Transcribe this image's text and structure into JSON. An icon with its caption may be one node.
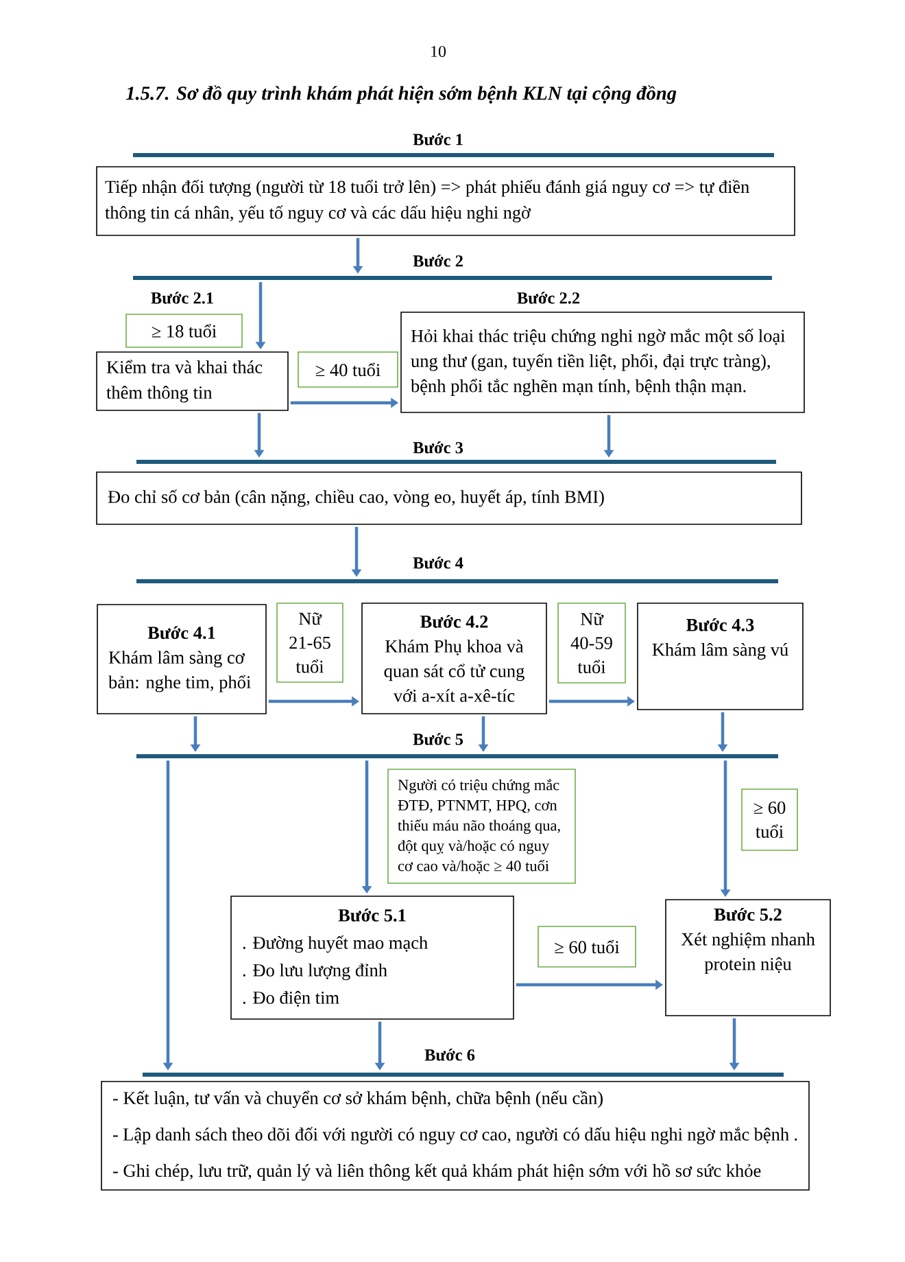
{
  "diagram": {
    "title": "1.5.7. Sơ đồ quy trình khám phát hiện sớm bệnh KLN tại cộng đồng",
    "nodes": [
      {
        "text": [
          "Bước 1"
        ]
      },
      {
        "text": [
          "Tiếp nhận đối tượng (người từ 18 tuổi trở lên) => phát phiếu đánh giá nguy cơ => tự điền thông tin cá nhân, yếu tố nguy cơ và các dấu hiệu nghi ngờ"
        ]
      },
      {
        "text": [
          "Bước 2"
        ]
      },
      {
        "text": [
          "≥ 18 tuổi"
        ]
      },
      {
        "text": [
          "Kiểm tra và khai thác thêm thông tin"
        ]
      },
      {
        "text": [
          "≥ 40 tuổi"
        ]
      },
      {
        "text": [
          "Bước 2.2",
          "Hỏi khai thác triệu chứng nghi ngờ mắc một số loại ung thư (gan, tuyến tiền liệt, phổi, đại trực tràng), bệnh phổi tắc nghẽn mạn tính, bệnh thận mạn."
        ]
      },
      {
        "text": [
          "Bước 3"
        ]
      },
      {
        "text": [
          "Đo chỉ số cơ bản (cân nặng, chiều cao, vòng eo, huyết áp, tính BMI)"
        ]
      },
      {
        "text": [
          "Bước 4"
        ]
      },
      {
        "text": [
          "Bước 4.1",
          "Khám lâm sàng cơ bản: nghe tim, phổi"
        ]
      },
      {
        "text": [
          "Nữ 21-65 tuổi"
        ]
      },
      {
        "text": [
          "Bước 4.2",
          "Khám Phụ khoa và quan sát cổ tử cung với a-xít a-xê-tíc"
        ]
      },
      {
        "text": [
          "Nữ 40-59 tuổi"
        ]
      },
      {
        "text": [
          "Bước 4.3",
          "Khám lâm sàng vú"
        ]
      },
      {
        "text": [
          "Bước 5"
        ]
      },
      {
        "text": [
          "Người có triệu chứng mắc ĐTĐ, PTNMT, HPQ, cơn thiếu máu não thoáng qua, đột quỵ và/hoặc có nguy cơ cao và/hoặc ≥ 40 tuổi"
        ]
      },
      {
        "text": [
          "≥ 60 tuổi"
        ]
      },
      {
        "text": [
          "Bước 5.1",
          ". Đường huyết mao mạch",
          ". Đo lưu lượng đỉnh",
          ". Đo điện tim"
        ]
      },
      {
        "text": [
          "≥ 60 tuổi"
        ]
      },
      {
        "text": [
          "Bước 5.2",
          "Xét nghiệm nhanh protein niệu"
        ]
      },
      {
        "text": [
          "Bước 6"
        ]
      },
      {
        "text": [
          "- Kết luận, tư vấn và chuyển cơ sở khám bệnh, chữa bệnh (nếu cần)",
          "- Lập danh sách theo dõi đối với người có nguy cơ cao, người có dấu hiệu nghi ngờ mắc bệnh .",
          "- Ghi chép, lưu trữ, quản lý và liên thông kết quả khám phát hiện sớm với hồ sơ sức khỏe"
        ]
      }
    ],
    "edges": [
      {
        "from": 1,
        "to": 2,
        "arrow": "to"
      },
      {
        "from": 2,
        "to": 4,
        "arrow": "to"
      },
      {
        "from": 4,
        "to": 6,
        "arrow": "to"
      },
      {
        "from": 4,
        "to": 7,
        "arrow": "to"
      },
      {
        "from": 6,
        "to": 7,
        "arrow": "to"
      },
      {
        "from": 8,
        "to": 9,
        "arrow": "to"
      },
      {
        "from": 10,
        "to": 12,
        "arrow": "to"
      },
      {
        "from": 12,
        "to": 14,
        "arrow": "to"
      },
      {
        "from": 10,
        "to": 15,
        "arrow": "to"
      },
      {
        "from": 12,
        "to": 15,
        "arrow": "to"
      },
      {
        "from": 14,
        "to": 15,
        "arrow": "to"
      },
      {
        "from": 15,
        "to": 21,
        "arrow": "to"
      },
      {
        "from": 15,
        "to": 18,
        "arrow": "to"
      },
      {
        "from": 15,
        "to": 20,
        "arrow": "to"
      },
      {
        "from": 18,
        "to": 20,
        "arrow": "to"
      },
      {
        "from": 18,
        "to": 21,
        "arrow": "to"
      },
      {
        "from": 20,
        "to": 21,
        "arrow": "to"
      }
    ],
    "labels": [
      "10",
      "Bước 2.1"
    ]
  }
}
